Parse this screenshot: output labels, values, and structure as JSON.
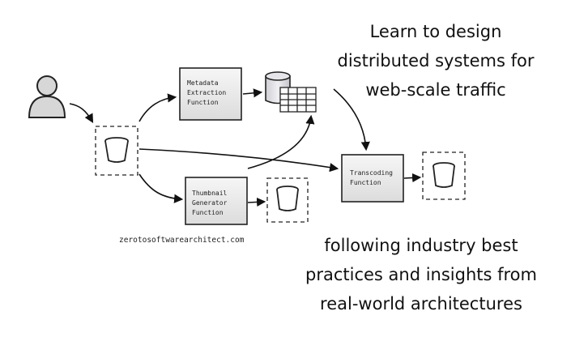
{
  "headline": {
    "lines": [
      "Learn to design",
      "distributed systems for",
      "web-scale traffic"
    ]
  },
  "tagline": {
    "lines": [
      "following industry best",
      "practices and insights from",
      "real-world architectures"
    ]
  },
  "credit": "zerotosoftwarearchitect.com",
  "functions": {
    "metadata": [
      "Metadata",
      "Extraction",
      "Function"
    ],
    "thumbnail": [
      "Thumbnail",
      "Generator",
      "Function"
    ],
    "transcoding": [
      "Transcoding",
      "Function"
    ]
  }
}
